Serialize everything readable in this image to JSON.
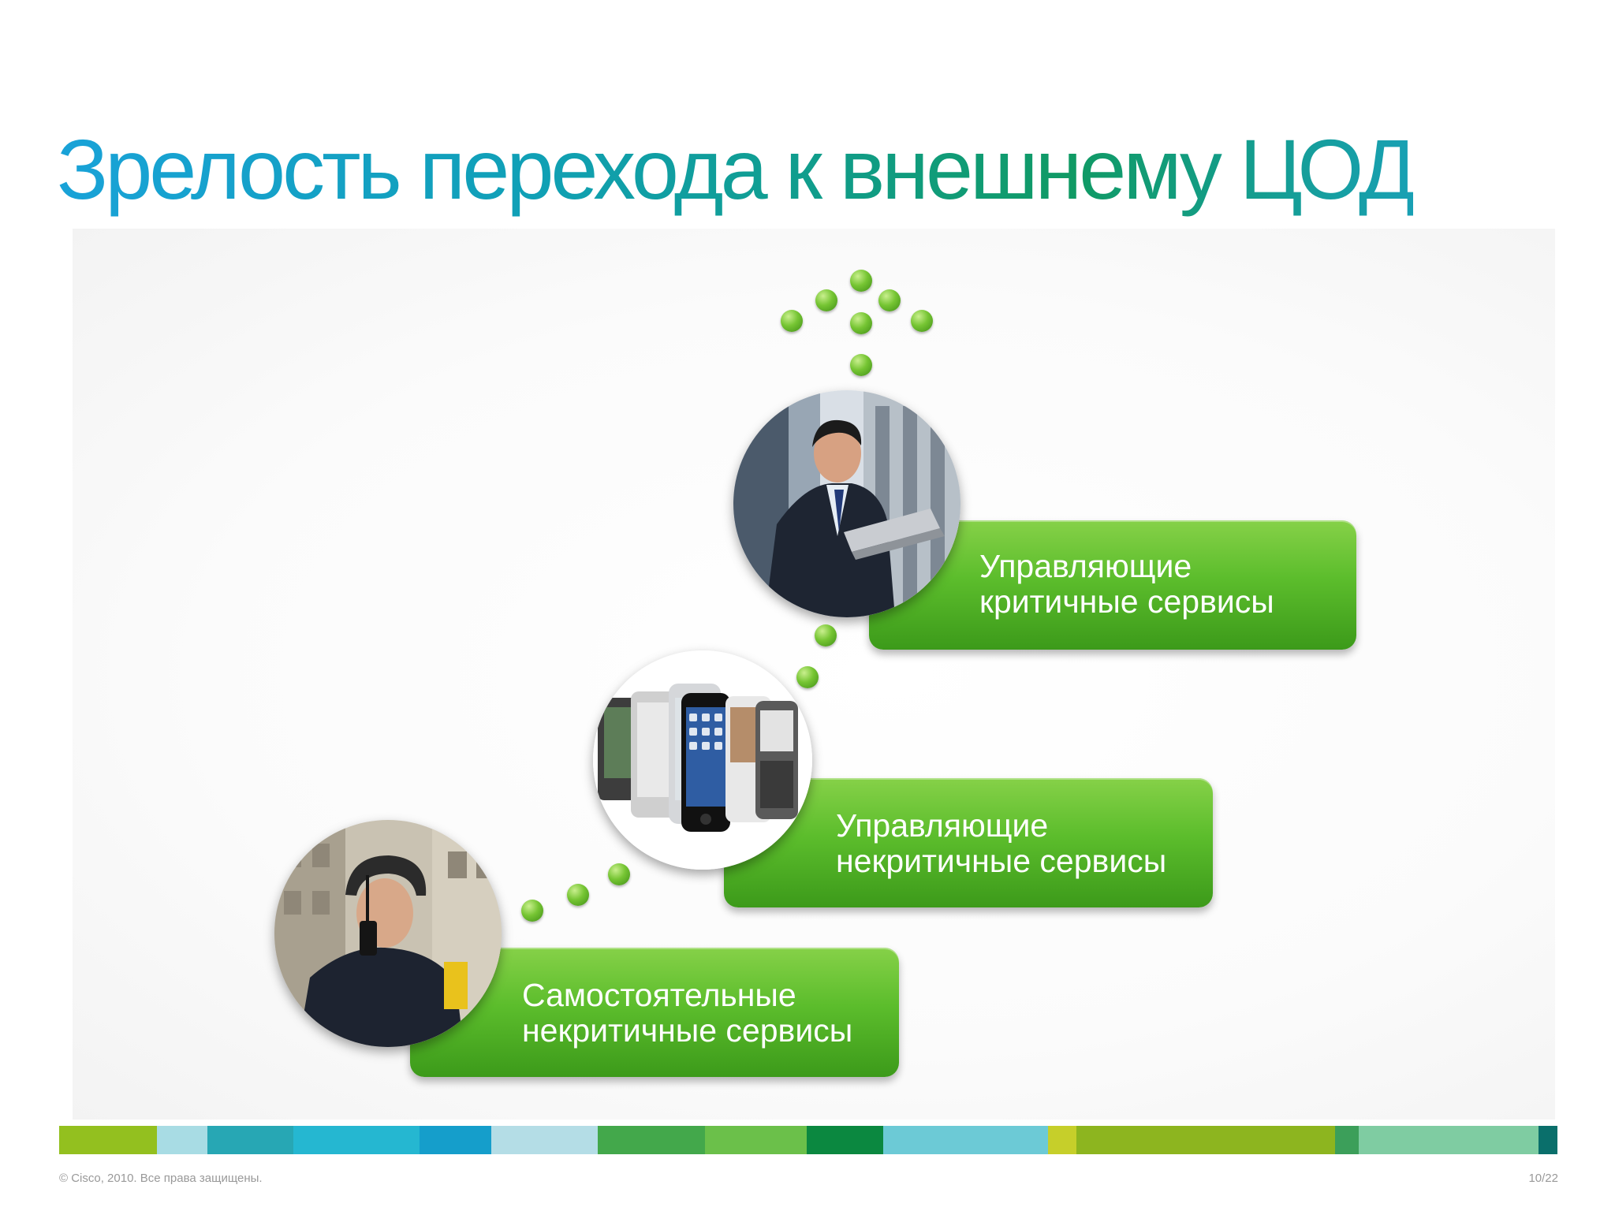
{
  "slide": {
    "title": "Зрелость перехода к внешнему ЦОД",
    "steps": [
      {
        "line1": "Самостоятельные",
        "line2": "некритичные сервисы",
        "image": "courier-with-radio-photo"
      },
      {
        "line1": "Управляющие",
        "line2": "некритичные сервисы",
        "image": "mobile-phones-photo"
      },
      {
        "line1": "Управляющие",
        "line2": "критичные сервисы",
        "image": "businessman-with-laptop-photo"
      }
    ],
    "footer_left": "© Cisco, 2010. Все права защищены.",
    "footer_right": "10/22"
  },
  "colors": {
    "title_blue": "#19a2d8",
    "title_green": "#109a64",
    "box_green": "#5cbd2c",
    "stripe": [
      "#93c01f",
      "#a8dce4",
      "#27a7b4",
      "#25b7d1",
      "#159ecb",
      "#b4dde6",
      "#43a84b",
      "#6bc04a",
      "#0b8840",
      "#6ccad6",
      "#c6cf2a",
      "#8db51f",
      "#3c9f5a",
      "#7fcca2",
      "#0a6f6b"
    ]
  }
}
